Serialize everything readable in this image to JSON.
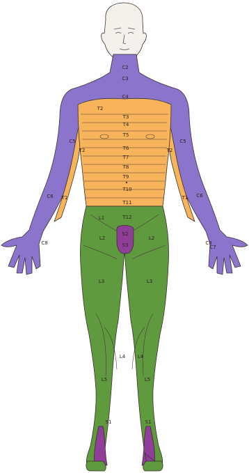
{
  "colors": {
    "cervical": "#8b74cc",
    "thoracic": "#f7b45a",
    "lumbar": "#5f9a3e",
    "sacral": "#8f3f97",
    "skin": "#f4f1ec"
  },
  "labels": {
    "c2": "C2",
    "c3": "C3",
    "c4": "C4",
    "c5_l": "C5",
    "c5_r": "C5",
    "c6_l": "C6",
    "c6_r": "C6",
    "c7_r": "C7",
    "c8_l": "C8",
    "c8_r": "C8",
    "t1_l": "T1",
    "t1_r": "T1",
    "t2_top": "T2",
    "t2_l": "T2",
    "t2_r": "T2",
    "t3": "T3",
    "t4": "T4",
    "t5": "T5",
    "t6": "T6",
    "t7": "T7",
    "t8": "T8",
    "t9": "T9",
    "t10": "T10",
    "t11": "T11",
    "t12": "T12",
    "l1": "L1",
    "l2_l": "L2",
    "l2_r": "L2",
    "l3_l": "L3",
    "l3_r": "L3",
    "l4_l": "L4",
    "l4_r": "L4",
    "l5_l": "L5",
    "l5_r": "L5",
    "s1_l": "S1",
    "s1_r": "S1",
    "s2": "S2",
    "s3": "S3"
  }
}
